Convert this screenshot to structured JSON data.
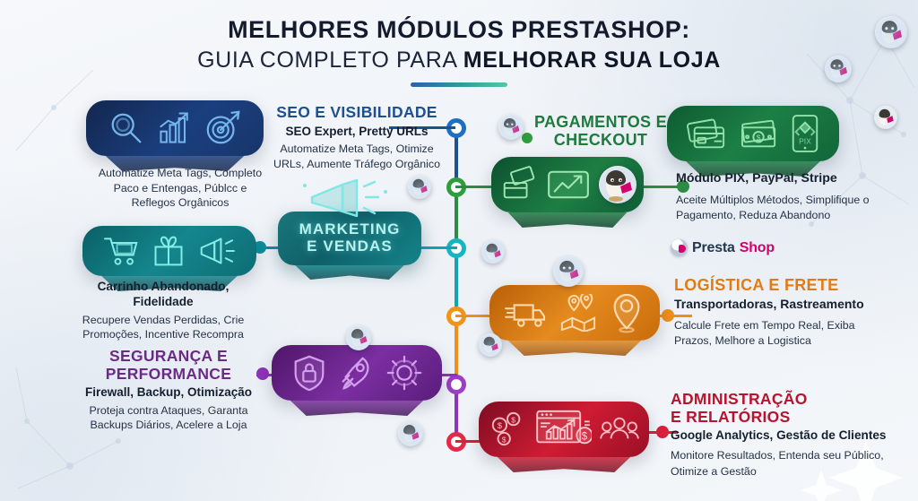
{
  "title": {
    "line1": "MELHORES MÓDULOS PRESTASHOP:",
    "line2_light": "GUIA COMPLETO PARA ",
    "line2_bold": "MELHORAR SUA LOJA"
  },
  "brand": {
    "word1": "Presta",
    "word2": "Shop"
  },
  "sections": [
    {
      "id": "seo",
      "heading": "SEO E VISIBILIDADE",
      "subheading": "SEO Expert, Pretty URLs",
      "description": "Automatize Meta Tags, Otimize URLs, Aumente Tráfego Orgânico",
      "box_caption": "Automatize Meta Tags, Completo Paco e Entengas, Públcc e Reflegos Orgânicos",
      "color": "#1d3f7a",
      "node_color": "#2b7cd3",
      "icons": [
        "magnifier-icon",
        "bar-chart-growth-icon",
        "target-arrow-icon"
      ]
    },
    {
      "id": "pagamentos",
      "heading": "PAGAMENTOS E CHECKOUT",
      "subheading": "Módulo PIX, PayPal, Stripe",
      "description": "Aceite Múltiplos Métodos, Simplifique o Pagamento, Reduza Abandono",
      "color": "#1f7a3d",
      "node_color": "#3aa843",
      "icons": [
        "credit-cards-icon",
        "banknote-dollar-icon",
        "pix-phone-icon"
      ],
      "left_icons": [
        "card-swipe-icon",
        "growth-arrow-screen-icon",
        "prestashop-mascot-icon"
      ]
    },
    {
      "id": "marketing",
      "heading": "MARKETING E VENDAS",
      "badge_line1": "MARKETING",
      "badge_line2": "E VENDAS",
      "subheading": "Carrinho Abandonado, Fidelidade",
      "description": "Recupere Vendas Perdidas, Crie Promoções, Incentive Recompra",
      "color": "#0f6e74",
      "node_color": "#17b8c4",
      "icons": [
        "shopping-cart-icon",
        "gift-box-icon",
        "megaphone-icon"
      ]
    },
    {
      "id": "logistica",
      "heading": "LOGÍSTICA E FRETE",
      "subheading": "Transportadoras, Rastreamento",
      "description": "Calcule Frete em Tempo Real, Exiba Prazos, Melhore a Logistica",
      "color": "#d2750f",
      "node_color": "#f0941f",
      "icons": [
        "delivery-truck-icon",
        "map-pins-icon",
        "location-pin-icon"
      ]
    },
    {
      "id": "seguranca",
      "heading_line1": "SEGURANÇA E",
      "heading_line2": "PERFORMANCE",
      "subheading": "Firewall, Backup, Otimização",
      "description": "Proteja contra Ataques, Garanta Backups Diários, Acelere a Loja",
      "color": "#6b2a86",
      "node_color": "#9b3fc4",
      "icons": [
        "shield-lock-icon",
        "rocket-icon",
        "gear-icon"
      ]
    },
    {
      "id": "administracao",
      "heading_line1": "ADMINISTRAÇÃO",
      "heading_line2": "E RELATÓRIOS",
      "subheading": "Google Analytics, Gestão de Clientes",
      "description": "Monitore Resultados, Entenda seu Público, Otimize a Gestão",
      "color": "#b8132f",
      "node_color": "#e22745",
      "icons": [
        "coins-dollar-icon",
        "dashboard-chart-icon",
        "users-group-icon"
      ]
    }
  ]
}
